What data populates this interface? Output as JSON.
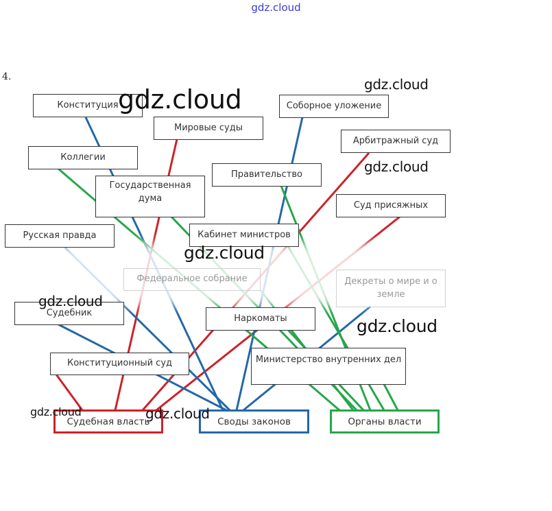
{
  "header_watermark": "gdz.cloud",
  "task_number": "4.",
  "watermark_text": "gdz.cloud",
  "categories": {
    "judicial": {
      "label": "Судебная власть",
      "color": "#cc2229"
    },
    "codes": {
      "label": "Своды законов",
      "color": "#2468a8"
    },
    "bodies": {
      "label": "Органы власти",
      "color": "#26a64a"
    }
  },
  "items": [
    {
      "id": "konstitutsiya",
      "label": "Конституция",
      "category": "codes"
    },
    {
      "id": "mirovye-sudy",
      "label": "Мировые суды",
      "category": "judicial"
    },
    {
      "id": "sobornoe-ulozhenie",
      "label": "Соборное уложение",
      "category": "codes"
    },
    {
      "id": "arbitrazhny-sud",
      "label": "Арбитражный суд",
      "category": "judicial"
    },
    {
      "id": "kollegii",
      "label": "Коллегии",
      "category": "bodies"
    },
    {
      "id": "gosduma",
      "label": "Государственная дума",
      "category": "bodies"
    },
    {
      "id": "pravitelstvo",
      "label": "Правительство",
      "category": "bodies"
    },
    {
      "id": "sud-prisyazhnykh",
      "label": "Суд присяжных",
      "category": "judicial"
    },
    {
      "id": "russkaya-pravda",
      "label": "Русская правда",
      "category": "codes"
    },
    {
      "id": "kabinet-ministrov",
      "label": "Кабинет министров",
      "category": "bodies"
    },
    {
      "id": "federalnoe-sobranie",
      "label": "Федеральное собрание",
      "category": "bodies"
    },
    {
      "id": "dekrety",
      "label": "Декреты о мире и о земле",
      "category": "codes"
    },
    {
      "id": "sudebnik",
      "label": "Судебник",
      "category": "codes"
    },
    {
      "id": "narkomaty",
      "label": "Наркоматы",
      "category": "bodies"
    },
    {
      "id": "konstitutsionny-sud",
      "label": "Конституционный суд",
      "category": "judicial"
    },
    {
      "id": "mvd",
      "label": "Министерство внутренних дел",
      "category": "bodies"
    }
  ]
}
